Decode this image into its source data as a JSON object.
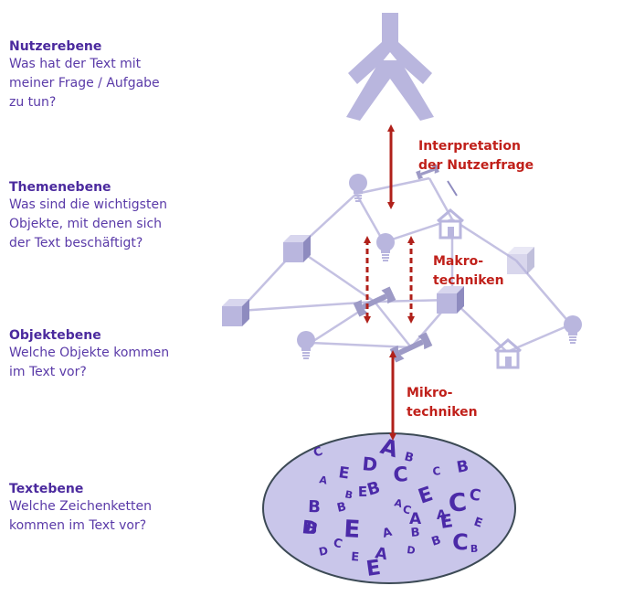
{
  "levels": [
    {
      "title": "Nutzerebene",
      "text": "Was hat der Text mit\nmeiner Frage / Aufgabe\nzu tun?"
    },
    {
      "title": "Themenebene",
      "text": "Was sind die wichtigsten\nObjekte, mit denen sich\nder Text beschäftigt?"
    },
    {
      "title": "Objektebene",
      "text": "Welche Objekte kommen\nim Text vor?"
    },
    {
      "title": "Textebene",
      "text": "Welche Zeichenketten\nkommen im Text vor?"
    }
  ],
  "annotations": {
    "interpretation": "Interpretation\nder Nutzerfrage",
    "makro": "Makro-\ntechniken",
    "mikro": "Mikro-\ntechniken"
  },
  "letters": [
    "C",
    "A",
    "B",
    "A",
    "E",
    "D",
    "B",
    "E",
    "C",
    "C",
    "B",
    "B",
    "B",
    "E",
    "C",
    "A",
    "B",
    "C",
    "D",
    "E",
    "A",
    "A",
    "C",
    "E",
    "D",
    "A",
    "B",
    "E",
    "C",
    "B",
    "A",
    "D",
    "E",
    "C",
    "B",
    "B",
    "E"
  ],
  "colors": {
    "text_purple": "#5a3aa8",
    "arrow_red": "#b0201a",
    "icon_lavender": "#b9b6de",
    "ellipse_fill": "#c9c6ea",
    "letter_purple": "#4b2aa8"
  }
}
